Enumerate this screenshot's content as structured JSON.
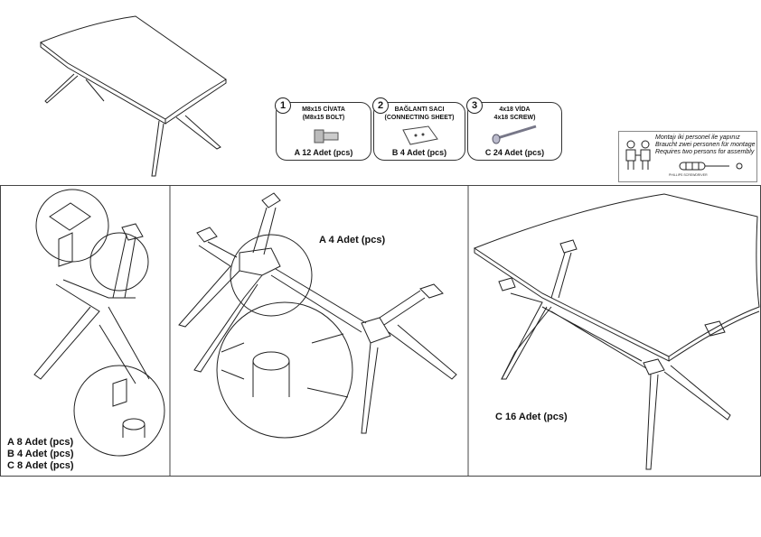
{
  "parts": [
    {
      "number": "1",
      "title_tr": "M8x15 CİVATA",
      "title_en": "(M8x15 BOLT)",
      "quantity": "A  12 Adet (pcs)",
      "icon": "bolt-icon"
    },
    {
      "number": "2",
      "title_tr": "BAĞLANTI SACI",
      "title_en": "(CONNECTING SHEET)",
      "quantity": "B  4 Adet (pcs)",
      "icon": "connecting-sheet-icon"
    },
    {
      "number": "3",
      "title_tr": "4x18 VİDA",
      "title_en": "4x18 SCREW)",
      "quantity": "C  24 Adet (pcs)",
      "icon": "screw-icon"
    }
  ],
  "notice": {
    "line_tr": "Montajı iki personel ile yapınız",
    "line_de": "Braucht zwei personen für montage",
    "line_en": "Requires two persons for assembly",
    "tool_label": "PHILLIPS SCREWDRIVER"
  },
  "steps": [
    {
      "quantities": [
        "A  8 Adet (pcs)",
        "B  4 Adet (pcs)",
        "C  8 Adet (pcs)"
      ]
    },
    {
      "quantities": [
        "A  4 Adet (pcs)"
      ]
    },
    {
      "quantities": [
        "C  16 Adet (pcs)"
      ]
    }
  ]
}
